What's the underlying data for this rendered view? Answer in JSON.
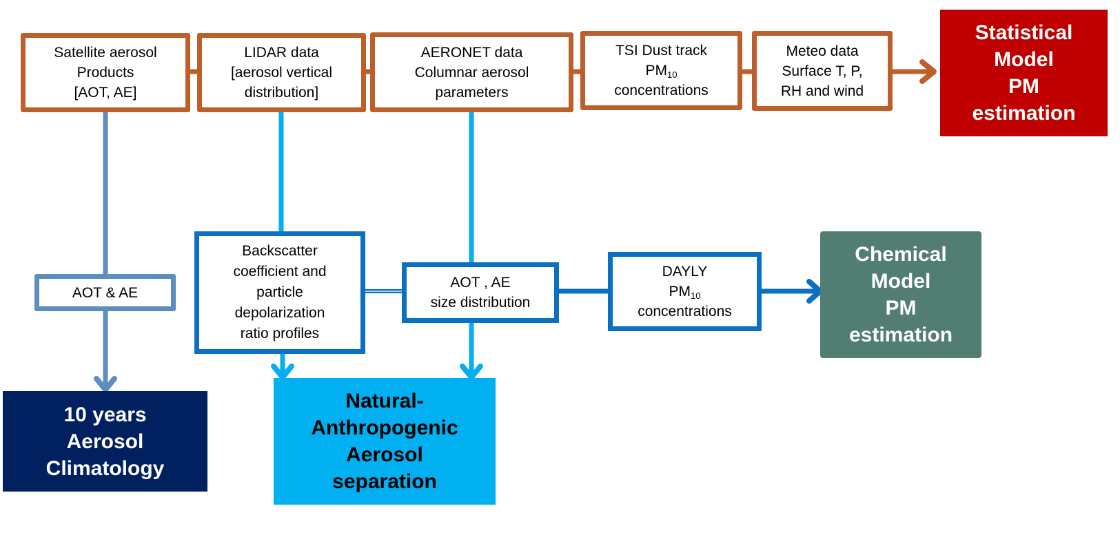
{
  "colors": {
    "orange": "#bd5f2a",
    "blue": "#0b6fc2",
    "light_blue": "#05aef0",
    "steel_blue": "#5d8ec2",
    "statistical_red": "#c00000",
    "chemical_green": "#527d73",
    "climatology_navy": "#002060",
    "separation_cyan": "#00b0f0"
  },
  "inputs": [
    {
      "id": "satellite",
      "lines": [
        "Satellite aerosol",
        "Products",
        "[AOT, AE]"
      ]
    },
    {
      "id": "lidar",
      "lines": [
        "LIDAR data",
        "[aerosol vertical",
        "distribution]"
      ]
    },
    {
      "id": "aeronet",
      "lines": [
        "AERONET data",
        "Columnar aerosol",
        "parameters"
      ]
    },
    {
      "id": "tsi",
      "lines": [
        "TSI Dust track",
        "PM",
        "concentrations"
      ],
      "subscript": "10"
    },
    {
      "id": "meteo",
      "lines": [
        "Meteo data",
        "Surface T, P,",
        "RH and wind"
      ]
    }
  ],
  "intermediate": {
    "aot_ae": {
      "lines": [
        "AOT & AE"
      ]
    },
    "backscatter": {
      "lines": [
        "Backscatter",
        "coefficient and",
        "particle",
        "depolarization",
        "ratio profiles"
      ]
    },
    "aot_size": {
      "lines": [
        "AOT , AE",
        "size distribution"
      ]
    },
    "dayly": {
      "lines": [
        "DAYLY",
        "PM",
        "concentrations"
      ],
      "subscript": "10"
    }
  },
  "outputs": {
    "statistical": {
      "lines": [
        "Statistical",
        "Model",
        "PM",
        "estimation"
      ]
    },
    "chemical": {
      "lines": [
        "Chemical",
        "Model",
        "PM",
        "estimation"
      ]
    },
    "climatology": {
      "lines": [
        "10 years",
        "Aerosol",
        "Climatology"
      ]
    },
    "separation": {
      "lines": [
        "Natural-",
        "Anthropogenic",
        "Aerosol",
        "separation"
      ]
    }
  },
  "connections": [
    {
      "from": "satellite",
      "to": "aot_ae",
      "color": "steel_blue"
    },
    {
      "from": "aot_ae",
      "to": "climatology",
      "color": "steel_blue",
      "arrow": true
    },
    {
      "from": "lidar",
      "to": "backscatter",
      "color": "light_blue"
    },
    {
      "from": "backscatter",
      "to": "separation",
      "color": "light_blue",
      "arrow": true
    },
    {
      "from": "aeronet",
      "to": "aot_size",
      "color": "light_blue"
    },
    {
      "from": "aot_size",
      "to": "separation",
      "color": "light_blue",
      "arrow": true
    },
    {
      "from": "backscatter",
      "to": "aot_size",
      "color": "light_blue"
    },
    {
      "from": "aot_size",
      "to": "dayly",
      "color": "blue"
    },
    {
      "from": "dayly",
      "to": "chemical",
      "color": "blue",
      "arrow": true
    },
    {
      "from": "inputs-chain",
      "to": "statistical",
      "color": "orange",
      "arrow": true
    }
  ]
}
